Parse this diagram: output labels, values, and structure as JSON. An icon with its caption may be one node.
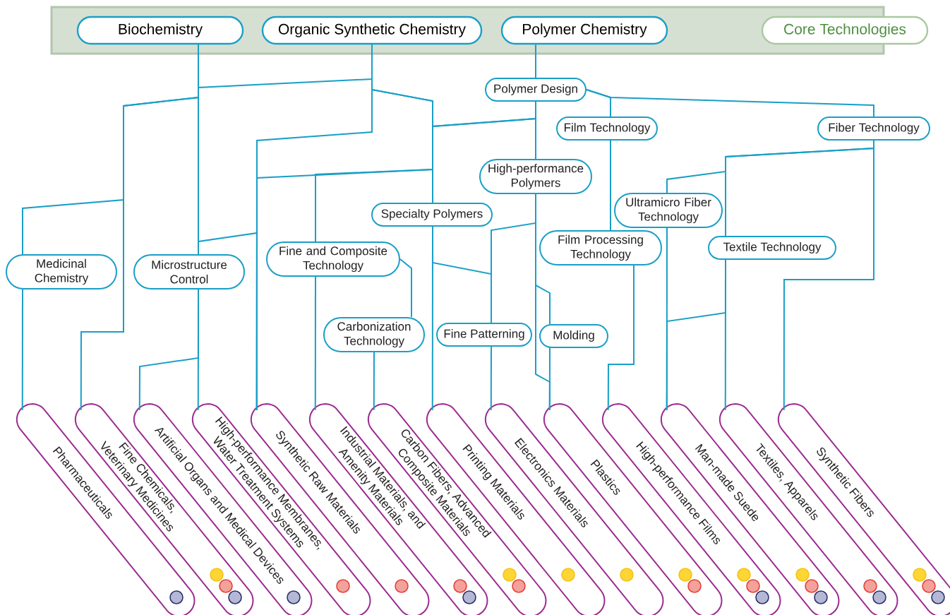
{
  "diagram": {
    "nodes": [
      {
        "text": [
          "Biochemistry"
        ]
      },
      {
        "text": [
          "Organic Synthetic Chemistry"
        ]
      },
      {
        "text": [
          "Polymer Chemistry"
        ]
      },
      {
        "text": [
          "Core Technologies"
        ]
      },
      {
        "text": [
          "Polymer Design"
        ]
      },
      {
        "text": [
          "Film Technology"
        ]
      },
      {
        "text": [
          "Fiber Technology"
        ]
      },
      {
        "text": [
          "High-performance Polymers"
        ]
      },
      {
        "text": [
          "Specialty Polymers"
        ]
      },
      {
        "text": [
          "Ultramicro Fiber Technology"
        ]
      },
      {
        "text": [
          "Film Processing Technology"
        ]
      },
      {
        "text": [
          "Textile Technology"
        ]
      },
      {
        "text": [
          "Medicinal Chemistry"
        ]
      },
      {
        "text": [
          "Microstructure Control"
        ]
      },
      {
        "text": [
          "Fine and Composite Technology"
        ]
      },
      {
        "text": [
          "Carbonization Technology"
        ]
      },
      {
        "text": [
          "Fine Patterning"
        ]
      },
      {
        "text": [
          "Molding"
        ]
      },
      {
        "text": [
          "Pharmaceuticals"
        ]
      },
      {
        "text": [
          "Fine Chemicals, Veterinary Medicines"
        ]
      },
      {
        "text": [
          "Artificial Organs and Medical Devices"
        ]
      },
      {
        "text": [
          "High-performance Membranes, Water Treatment Systems"
        ]
      },
      {
        "text": [
          "Synthetic Raw Materials"
        ]
      },
      {
        "text": [
          "Industrial Materials, and Amenity Materials"
        ]
      },
      {
        "text": [
          "Carbon Fibers, Advanced Composite Materials"
        ]
      },
      {
        "text": [
          "Printing Materials"
        ]
      },
      {
        "text": [
          "Electronics Materials"
        ]
      },
      {
        "text": [
          "Plastics"
        ]
      },
      {
        "text": [
          "High-performance Films"
        ]
      },
      {
        "text": [
          "Man-made Suede"
        ]
      },
      {
        "text": [
          "Textiles, Apparels"
        ]
      },
      {
        "text": [
          "Synthetic Fibers"
        ]
      }
    ],
    "edges": [
      {
        "from": 0,
        "to": 13,
        "arrow": "none"
      },
      {
        "from": 1,
        "to": 13,
        "arrow": "none"
      },
      {
        "from": 0,
        "to": 12,
        "arrow": "none"
      },
      {
        "from": 0,
        "to": 19,
        "arrow": "none"
      },
      {
        "from": 12,
        "to": 18,
        "arrow": "none"
      },
      {
        "from": 13,
        "to": 20,
        "arrow": "none"
      },
      {
        "from": 13,
        "to": 21,
        "arrow": "none"
      },
      {
        "from": 1,
        "to": 22,
        "arrow": "none"
      },
      {
        "from": 0,
        "to": 22,
        "arrow": "none"
      },
      {
        "from": 4,
        "to": 22,
        "arrow": "none"
      },
      {
        "from": 1,
        "to": 8,
        "arrow": "none"
      },
      {
        "from": 4,
        "to": 8,
        "arrow": "none"
      },
      {
        "from": 1,
        "to": 14,
        "arrow": "none"
      },
      {
        "from": 8,
        "to": 25,
        "arrow": "none"
      },
      {
        "from": 8,
        "to": 16,
        "arrow": "none"
      },
      {
        "from": 7,
        "to": 16,
        "arrow": "none"
      },
      {
        "from": 16,
        "to": 26,
        "arrow": "none"
      },
      {
        "from": 14,
        "to": 23,
        "arrow": "none"
      },
      {
        "from": 14,
        "to": 15,
        "arrow": "none"
      },
      {
        "from": 15,
        "to": 24,
        "arrow": "none"
      },
      {
        "from": 2,
        "to": 4,
        "arrow": "none"
      },
      {
        "from": 4,
        "to": 7,
        "arrow": "none"
      },
      {
        "from": 4,
        "to": 5,
        "arrow": "none"
      },
      {
        "from": 4,
        "to": 6,
        "arrow": "none"
      },
      {
        "from": 7,
        "to": 17,
        "arrow": "none"
      },
      {
        "from": 17,
        "to": 27,
        "arrow": "none"
      },
      {
        "from": 7,
        "to": 27,
        "arrow": "none"
      },
      {
        "from": 5,
        "to": 10,
        "arrow": "none"
      },
      {
        "from": 10,
        "to": 28,
        "arrow": "none"
      },
      {
        "from": 6,
        "to": 9,
        "arrow": "none"
      },
      {
        "from": 6,
        "to": 11,
        "arrow": "none"
      },
      {
        "from": 6,
        "to": 31,
        "arrow": "none"
      },
      {
        "from": 9,
        "to": 29,
        "arrow": "none"
      },
      {
        "from": 11,
        "to": 29,
        "arrow": "none"
      },
      {
        "from": 11,
        "to": 30,
        "arrow": "none"
      }
    ]
  }
}
